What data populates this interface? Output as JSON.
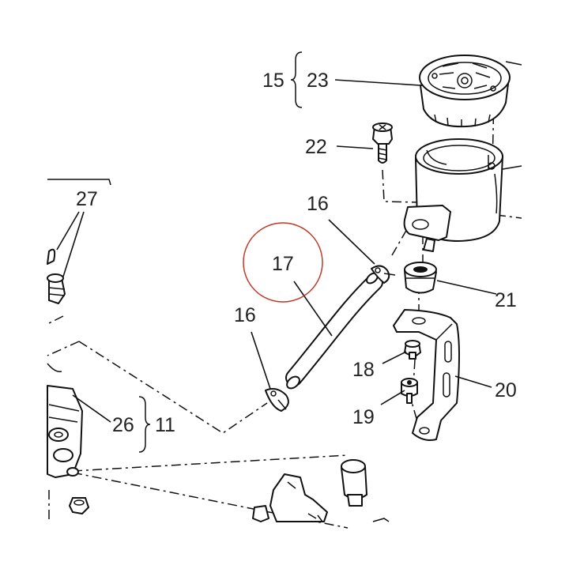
{
  "callouts": {
    "c15": "15",
    "c23": "23",
    "c22": "22",
    "c16a": "16",
    "c16b": "16",
    "c17": "17",
    "c21": "21",
    "c18": "18",
    "c19": "19",
    "c20": "20",
    "c26": "26",
    "c11": "11",
    "c27": "27"
  },
  "highlight_color": "#c0392b",
  "line_color": "#111111"
}
